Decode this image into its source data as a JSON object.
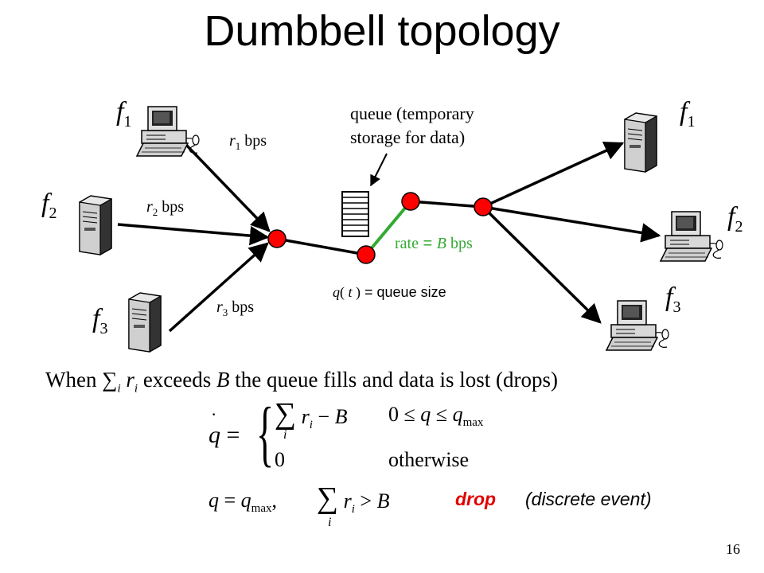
{
  "title": "Dumbbell topology",
  "flows": {
    "left": [
      {
        "name": "f",
        "sub": "1",
        "rate_var": "r",
        "rate_sub": "1",
        "rate_unit": "bps"
      },
      {
        "name": "f",
        "sub": "2",
        "rate_var": "r",
        "rate_sub": "2",
        "rate_unit": "bps"
      },
      {
        "name": "f",
        "sub": "3",
        "rate_var": "r",
        "rate_sub": "3",
        "rate_unit": "bps"
      }
    ],
    "right": [
      {
        "name": "f",
        "sub": "1"
      },
      {
        "name": "f",
        "sub": "2"
      },
      {
        "name": "f",
        "sub": "3"
      }
    ]
  },
  "queue_note": {
    "line1": "queue (temporary",
    "line2": "storage for data)"
  },
  "bottleneck_rate": {
    "prefix": "rate",
    "eq": " = ",
    "var": "B",
    "unit": " bps"
  },
  "queue_size": {
    "var": "q",
    "paren_open": "( ",
    "t": "t",
    "paren_close": " )",
    "text": " = queue size"
  },
  "sentence": {
    "when": "When ",
    "sum_glyph": "∑",
    "sum_sub": "i",
    "r": "r",
    "r_sub": "i",
    "rest1": " exceeds ",
    "B": "B",
    "rest2": " the queue fills and data is lost (drops)"
  },
  "equation": {
    "qdot": "q",
    "eq": "=",
    "case1_sum": "∑",
    "case1_sum_sub": "i",
    "case1_r": "r",
    "case1_r_sub": "i",
    "case1_minus": "−",
    "case1_B": "B",
    "case1_cond_0": "0",
    "case1_cond_le": "≤",
    "case1_cond_q": "q",
    "case1_cond_qmax": "q",
    "case1_cond_max": "max",
    "case2_value": "0",
    "case2_cond": "otherwise"
  },
  "drop_eq": {
    "q": "q",
    "eq": "=",
    "qmax": "q",
    "max": "max",
    "comma": ",",
    "sum": "∑",
    "sum_sub": "i",
    "r": "r",
    "r_sub": "i",
    "gt": ">",
    "B": "B"
  },
  "drop_label": "drop",
  "discrete_label": "(discrete event)",
  "page_number": "16",
  "colors": {
    "router": "#ff0000",
    "bottleneck_link": "#33aa33",
    "rate_label": "#33aa33",
    "drop": "#e00000"
  }
}
